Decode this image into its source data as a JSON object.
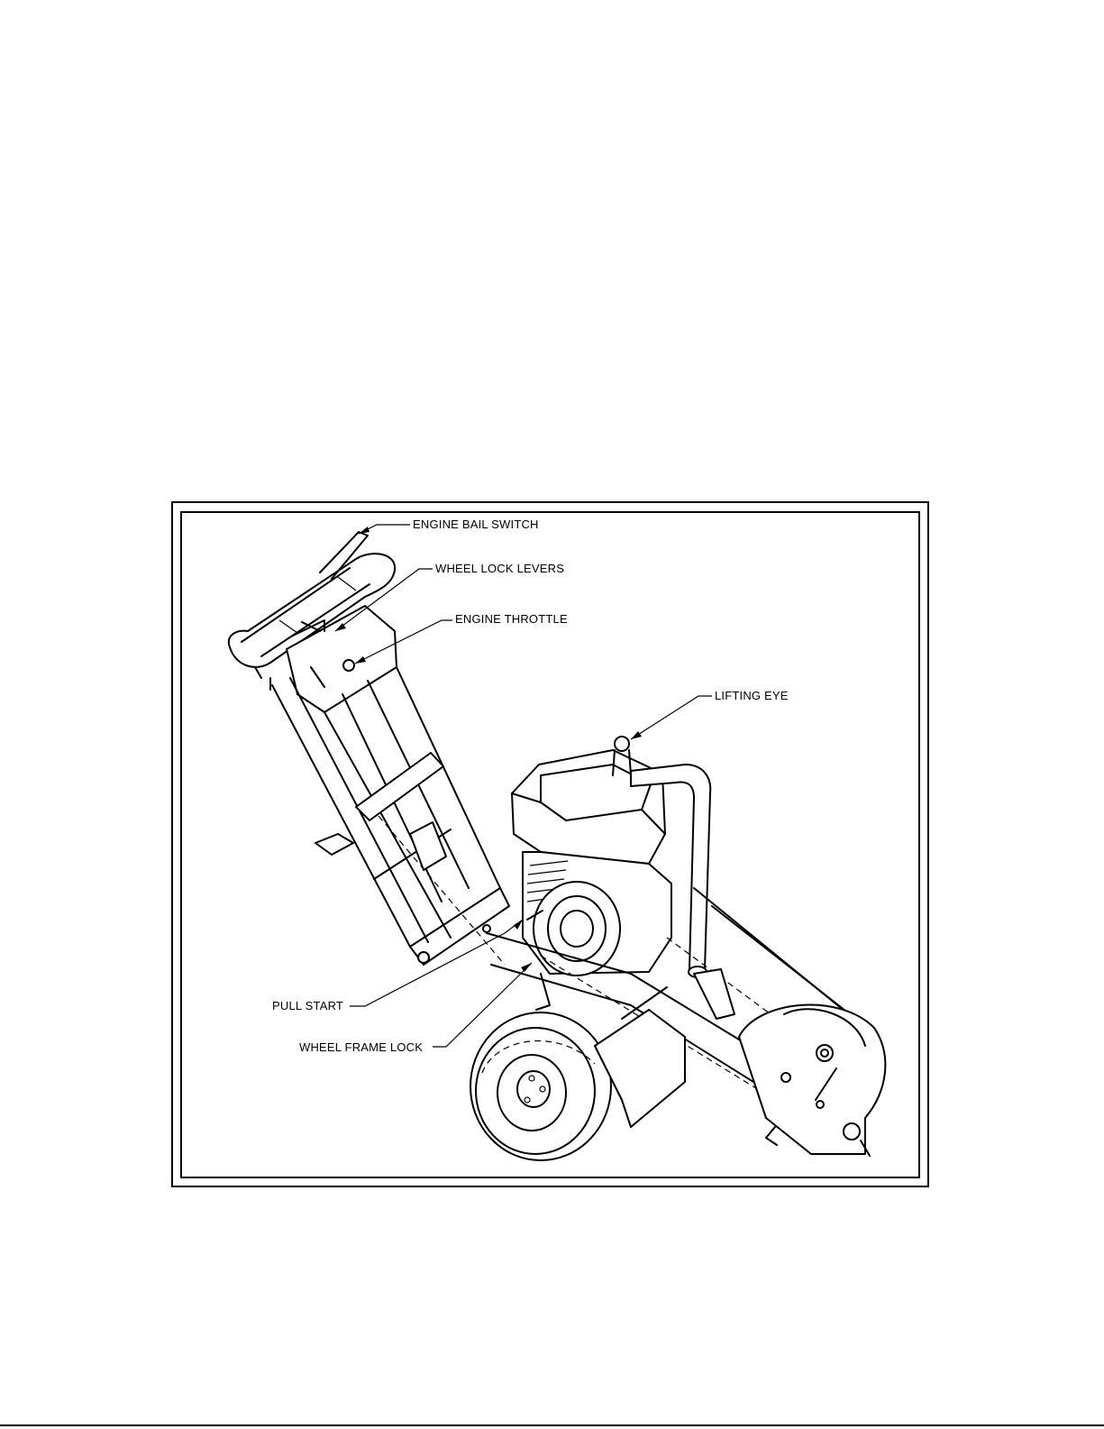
{
  "figure": {
    "callouts": {
      "engine_bail_switch": "ENGINE BAIL SWITCH",
      "wheel_lock_levers": "WHEEL LOCK LEVERS",
      "engine_throttle": "ENGINE THROTTLE",
      "lifting_eye": "LIFTING EYE",
      "pull_start": "PULL START",
      "wheel_frame_lock": "WHEEL FRAME LOCK"
    }
  }
}
